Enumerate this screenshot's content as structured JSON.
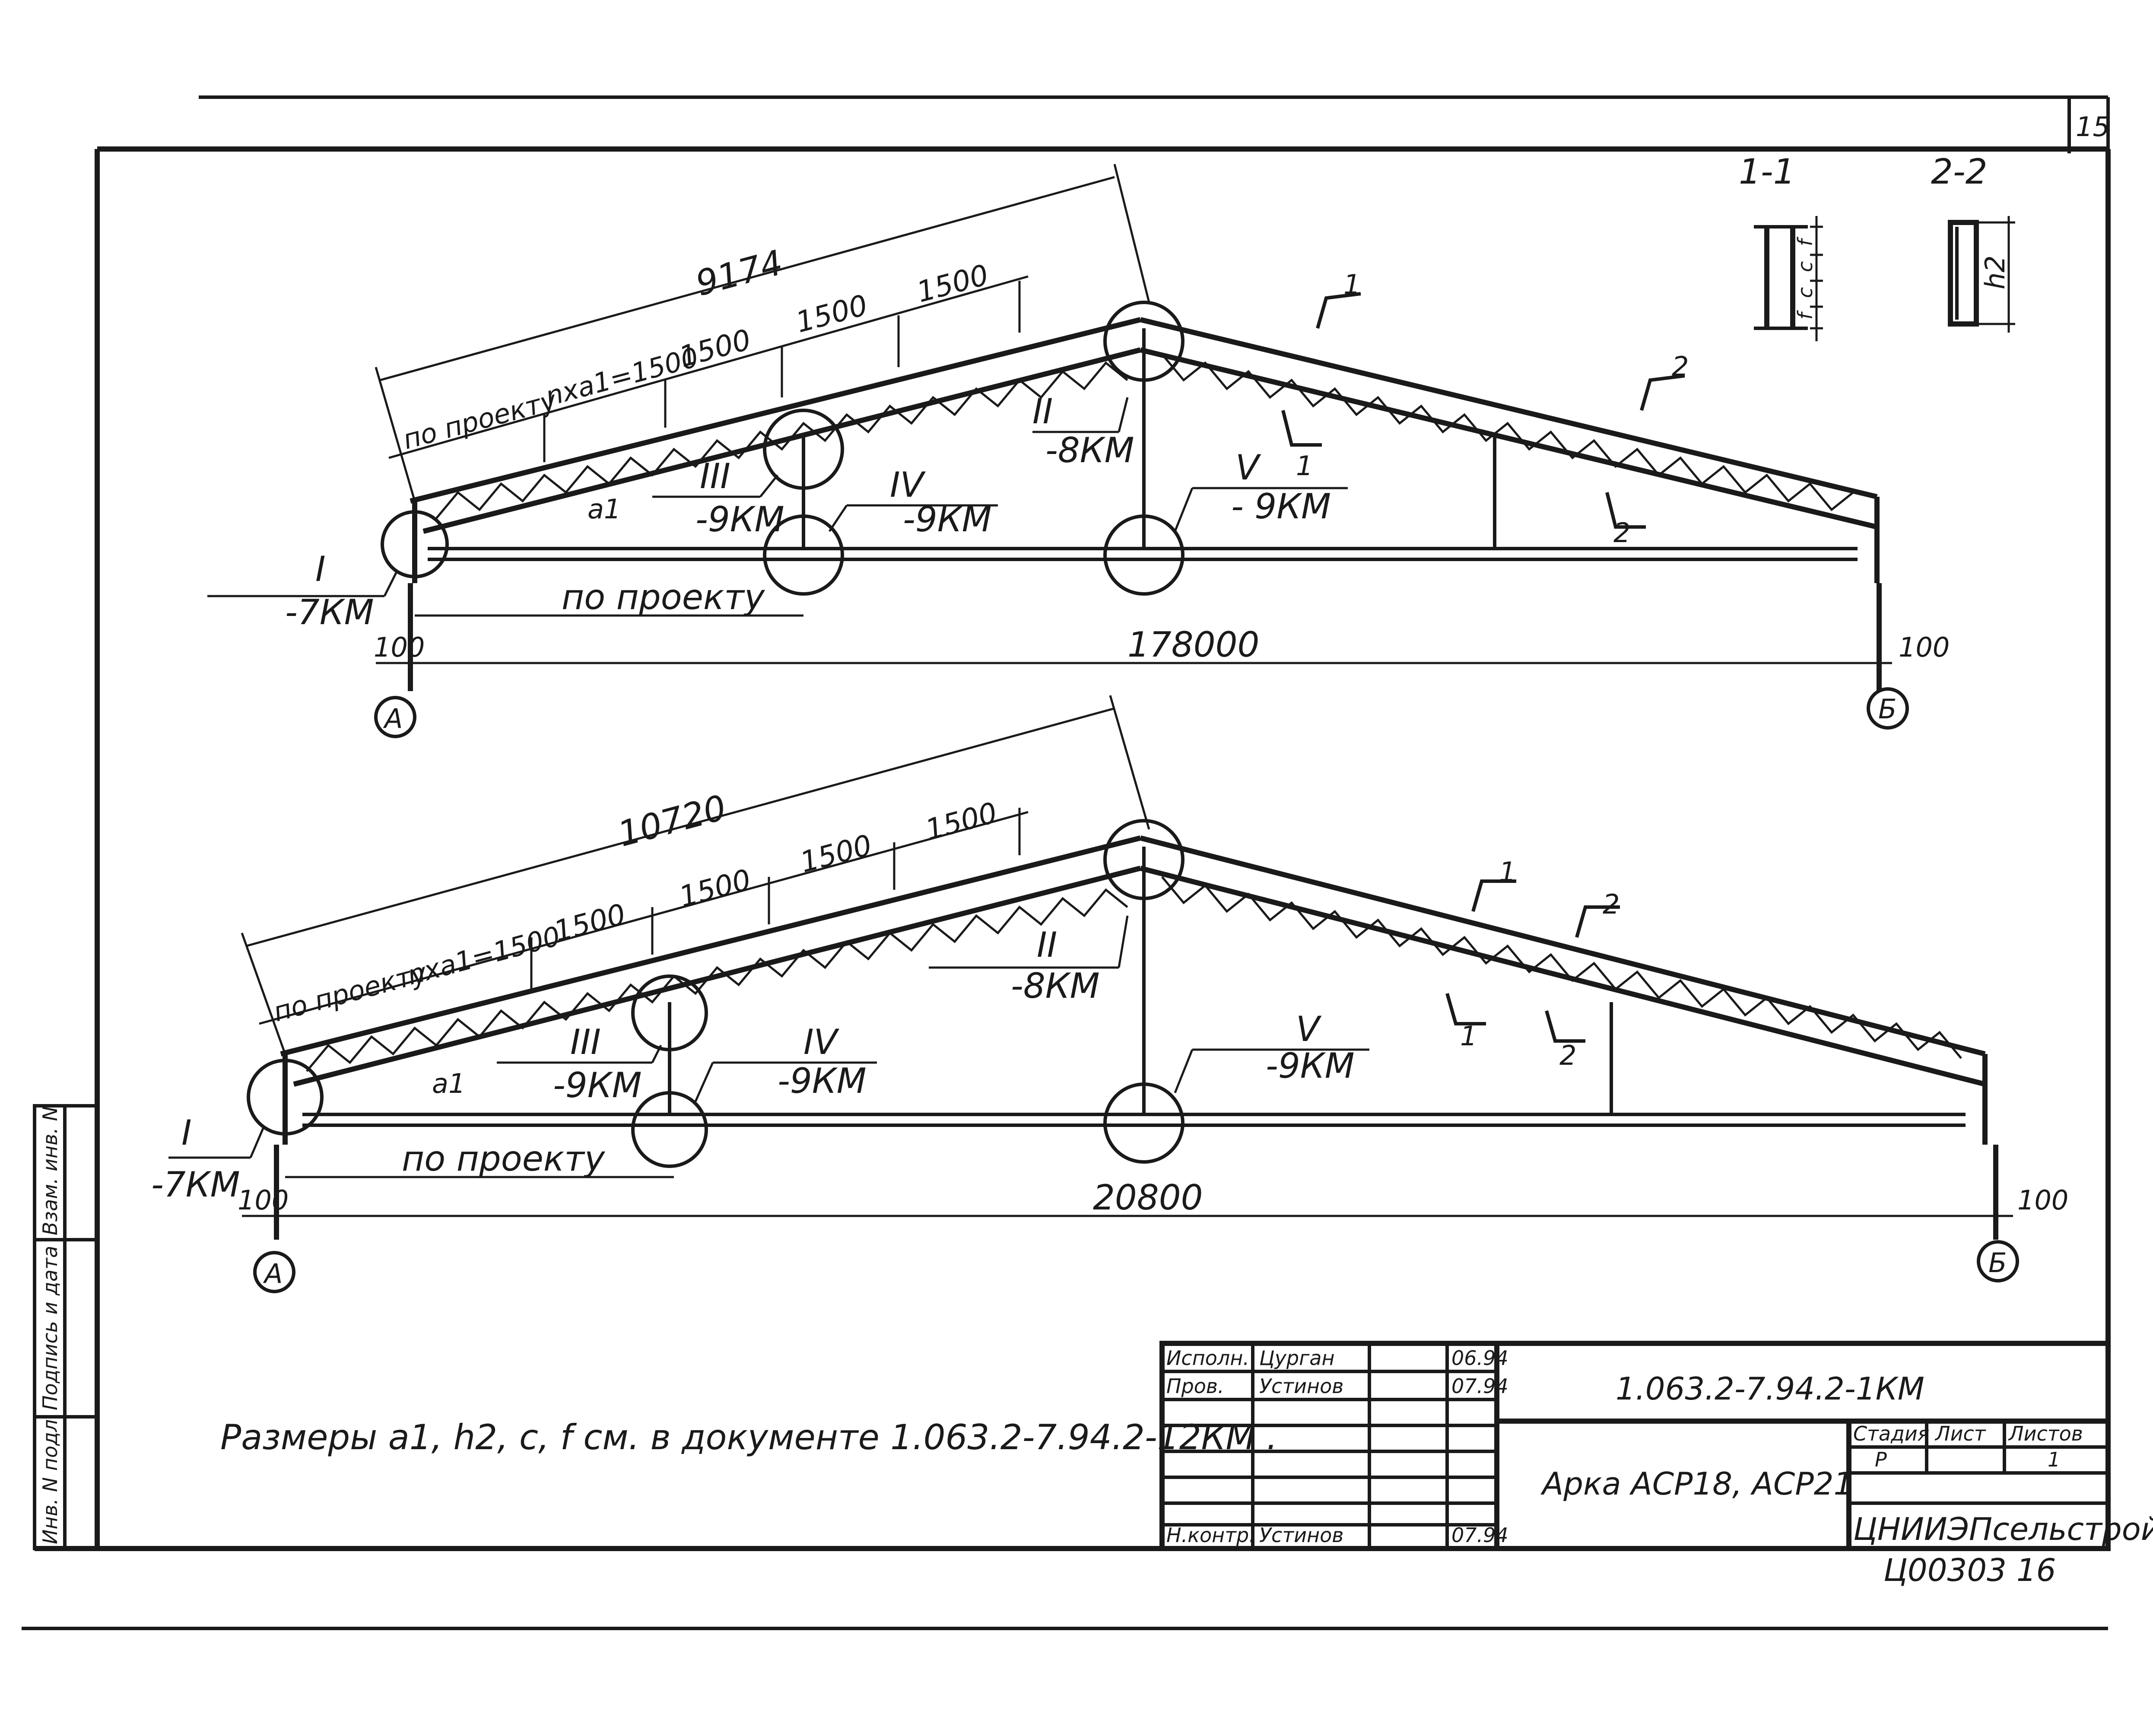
{
  "sheet": {
    "number": "15"
  },
  "sections": {
    "s11": "1-1",
    "s22": "2-2",
    "sec_f": "f",
    "sec_c1": "c",
    "sec_c2": "c",
    "sec_f2": "f",
    "sec_h2": "h2"
  },
  "truss_top": {
    "slope_length": "9174",
    "panel_1": "1500",
    "panel_2": "1500",
    "panel_3": "1500",
    "panel_var": "nxa1=1500",
    "by_project_top": "по проекту",
    "a1": "a1",
    "by_project_bottom": "по проекту",
    "span": "178000",
    "edge_left": "100",
    "edge_right": "100",
    "axis_a": "А",
    "axis_b": "Б",
    "node_1": "I",
    "node_1_ref": "-7КМ",
    "node_2": "II",
    "node_2_ref": "-8КМ",
    "node_3": "III",
    "node_3_ref": "-9КМ",
    "node_4": "IV",
    "node_4_ref": "-9КМ",
    "node_5": "V",
    "node_5_ref": "- 9КМ",
    "cut_1": "1",
    "cut_1b": "1",
    "cut_2": "2",
    "cut_2b": "2"
  },
  "truss_bottom": {
    "slope_length": "10720",
    "panel_1": "1500",
    "panel_2": "1500",
    "panel_3": "1500",
    "panel_4": "1500",
    "panel_var": "nxa1=1500",
    "by_project_top": "по проекту",
    "a1": "a1",
    "by_project_bottom": "по проекту",
    "span": "20800",
    "edge_left": "100",
    "edge_right": "100",
    "axis_a": "А",
    "axis_b": "Б",
    "node_1": "I",
    "node_1_ref": "-7КМ",
    "node_2": "II",
    "node_2_ref": "-8КМ",
    "node_3": "III",
    "node_3_ref": "-9КМ",
    "node_4": "IV",
    "node_4_ref": "-9КМ",
    "node_5": "V",
    "node_5_ref": "-9КМ",
    "cut_1": "1",
    "cut_1b": "1",
    "cut_2": "2",
    "cut_2b": "2"
  },
  "note": "Размеры a1, h2, c, f см. в документе 1.063.2-7.94.2-12КМ .",
  "side_stamp": {
    "col_1": "Инв. N подл.",
    "col_2": "Подпись и дата",
    "col_3": "Взам. инв. N"
  },
  "title_block": {
    "row_1_role": "Исполн.",
    "row_1_name": "Цурган",
    "row_1_date": "06.94",
    "row_2_role": "Пров.",
    "row_2_name": "Устинов",
    "row_2_date": "07.94",
    "row_3_role": "Н.контр.",
    "row_3_name": "Устинов",
    "row_3_date": "07.94",
    "doc_code": "1.063.2-7.94.2-1КМ",
    "title": "Арка АСР18, АСР21",
    "stage_label": "Стадия",
    "sheet_label": "Лист",
    "sheets_label": "Листов",
    "stage": "Р",
    "sheet": "",
    "sheets": "1",
    "org": "ЦНИИЭПсельстрой",
    "archive": "Ц00303  16"
  }
}
